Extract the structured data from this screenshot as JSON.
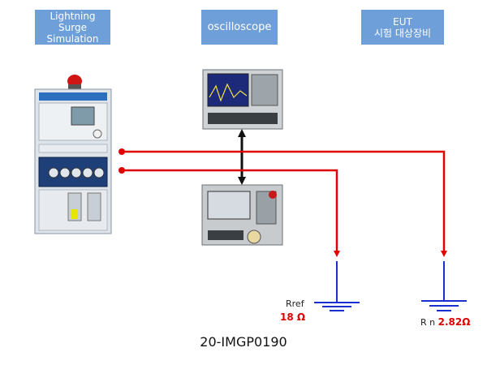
{
  "labels": {
    "generator": [
      "Lightning",
      "Surge",
      "Simulation"
    ],
    "oscilloscope": "oscilloscope",
    "eut": [
      "EUT",
      "시험 대상장비"
    ]
  },
  "ground_ref": {
    "label": "Rref",
    "value": "18 Ω"
  },
  "ground_n": {
    "label": "R n",
    "value": "2.82Ω"
  },
  "footer": "20-IMGP0190",
  "colors": {
    "label_box": "#6f9fd8",
    "wire": "#e00000",
    "ground": "#1a2fd0",
    "link": "#111111"
  }
}
